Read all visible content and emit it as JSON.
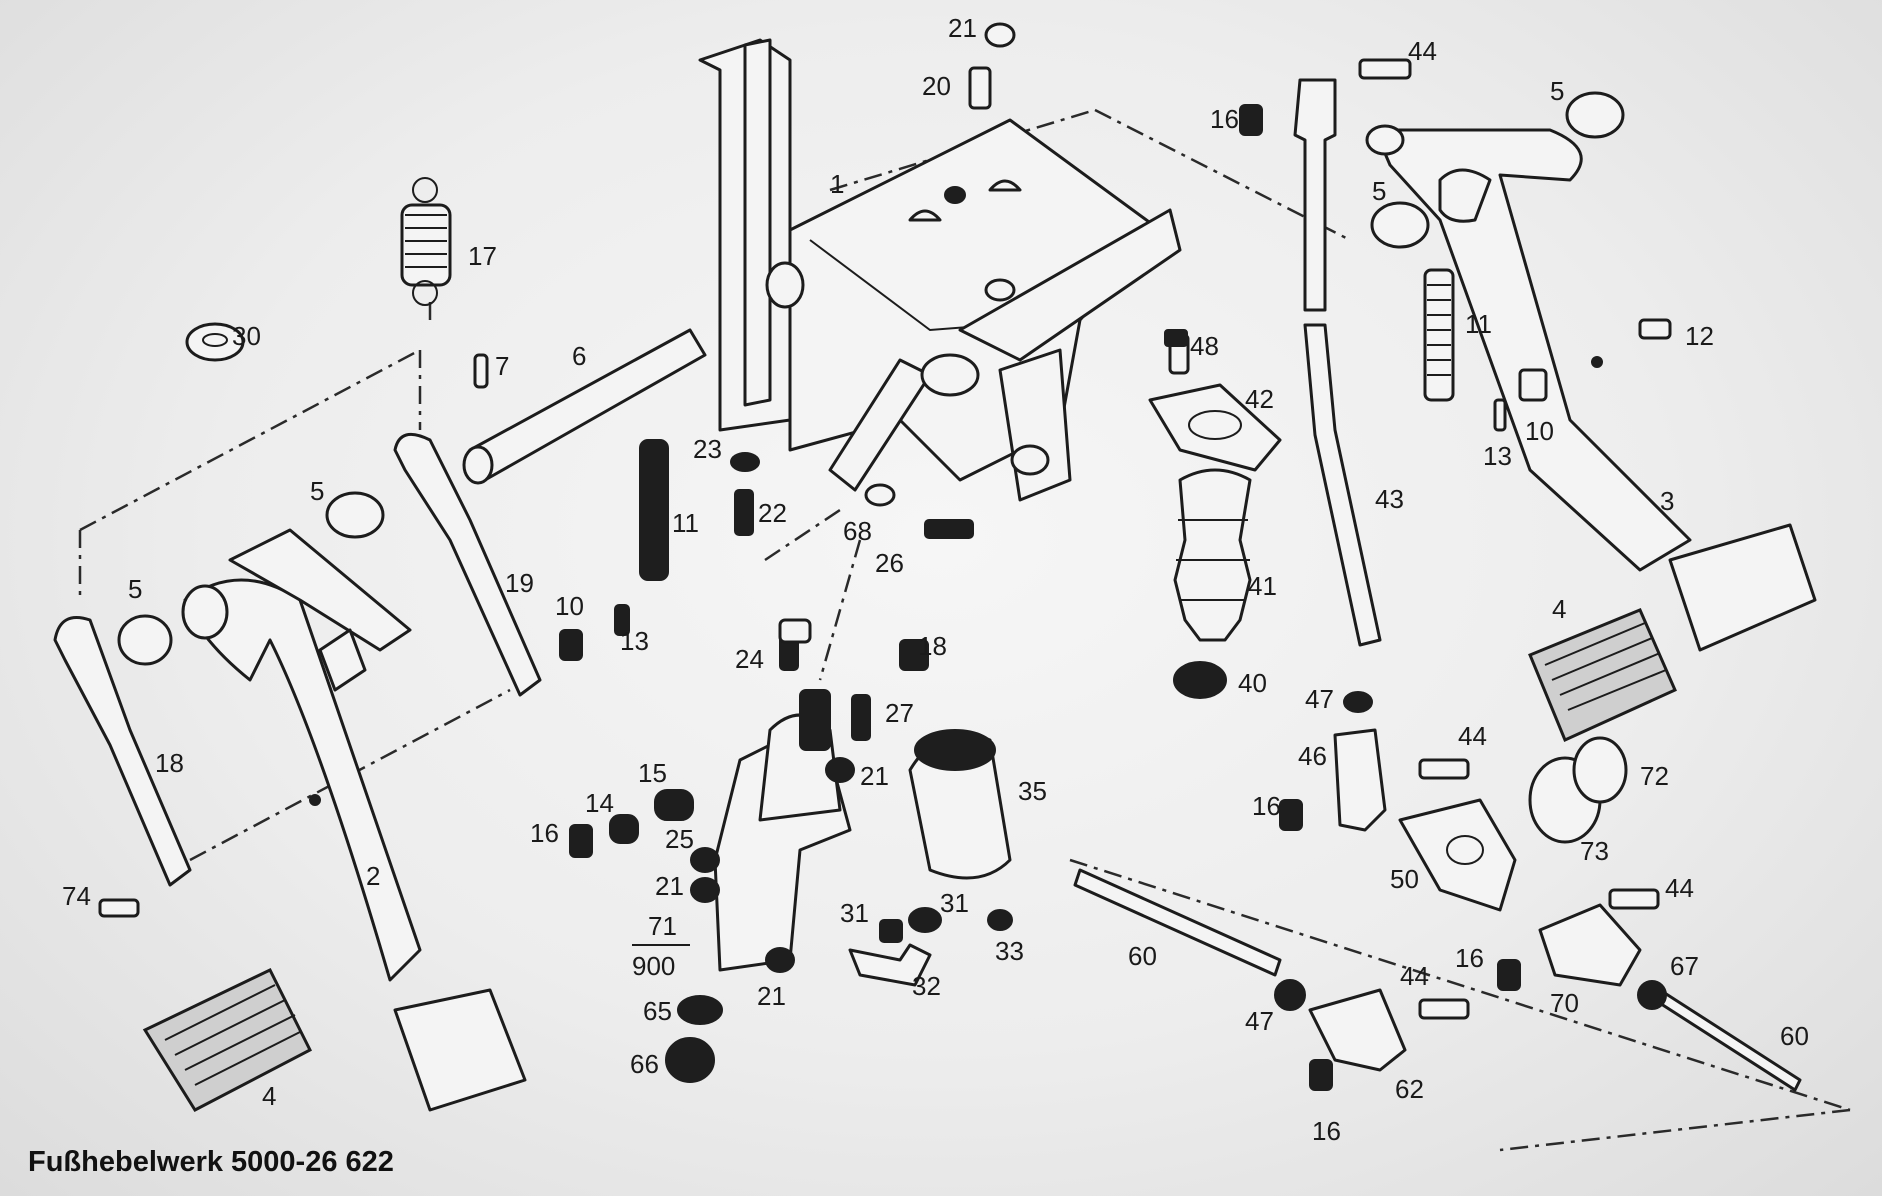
{
  "caption": "Fußhebelwerk 5000-26 622",
  "callouts": {
    "c1": "1",
    "c2": "2",
    "c3": "3",
    "c4a": "4",
    "c4b": "4",
    "c5a": "5",
    "c5b": "5",
    "c5c": "5",
    "c5d": "5",
    "c6": "6",
    "c7": "7",
    "c10a": "10",
    "c10b": "10",
    "c11a": "11",
    "c11b": "11",
    "c12": "12",
    "c13a": "13",
    "c13b": "13",
    "c14": "14",
    "c15": "15",
    "c16a": "16",
    "c16b": "16",
    "c16c": "16",
    "c16d": "16",
    "c16e": "16",
    "c17": "17",
    "c18a": "18",
    "c18b": "18",
    "c19": "19",
    "c20": "20",
    "c21a": "21",
    "c21b": "21",
    "c21c": "21",
    "c21d": "21",
    "c22": "22",
    "c23": "23",
    "c24": "24",
    "c25": "25",
    "c26": "26",
    "c27": "27",
    "c30": "30",
    "c31a": "31",
    "c31b": "31",
    "c32": "32",
    "c33": "33",
    "c35": "35",
    "c40": "40",
    "c41": "41",
    "c42": "42",
    "c43": "43",
    "c44a": "44",
    "c44b": "44",
    "c44c": "44",
    "c44d": "44",
    "c46": "46",
    "c47a": "47",
    "c47b": "47",
    "c48": "48",
    "c50": "50",
    "c60a": "60",
    "c60b": "60",
    "c62": "62",
    "c65": "65",
    "c66": "66",
    "c67": "67",
    "c68": "68",
    "c70": "70",
    "c71": "71",
    "c900": "900",
    "c72": "72",
    "c73": "73",
    "c74": "74"
  }
}
